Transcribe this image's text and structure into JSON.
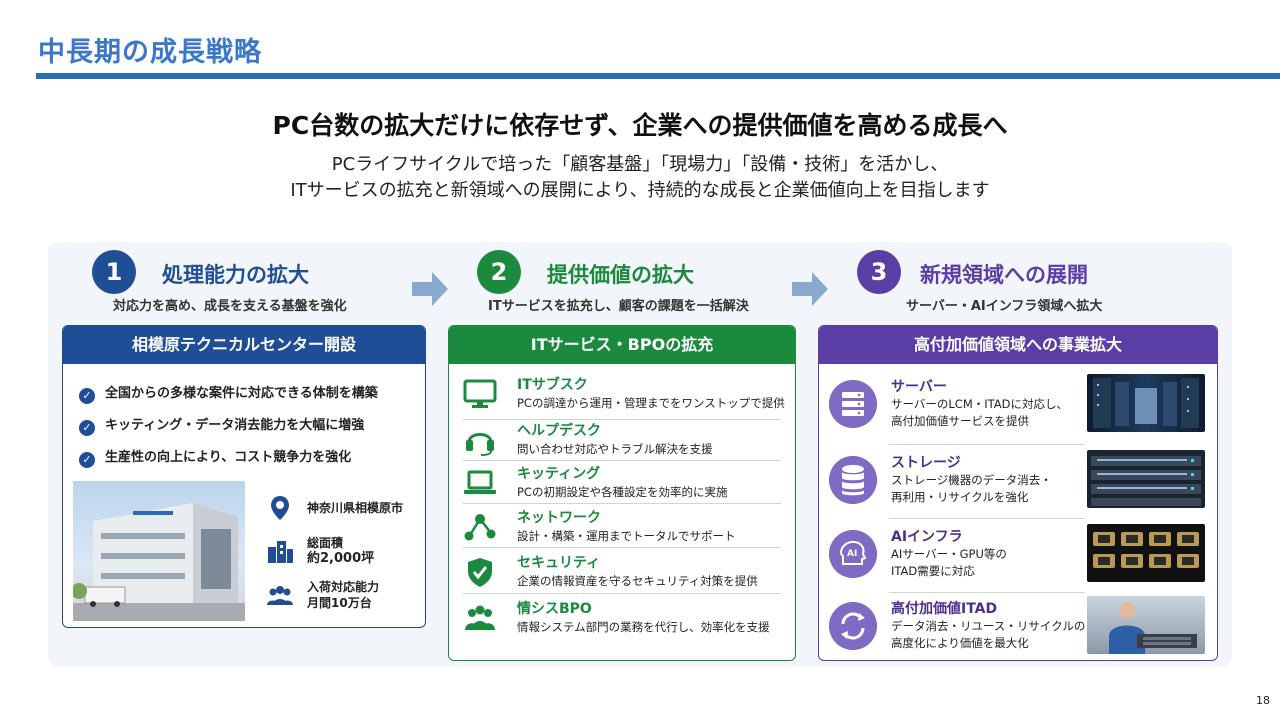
{
  "page": {
    "title": "中長期の成長戦略",
    "headline": "PC台数の拡大だけに依存せず、企業への提供価値を高める成長へ",
    "sub_line1": "PCライフサイクルで培った「顧客基盤」「現場力」「設備・技術」を活かし、",
    "sub_line2": "ITサービスの拡充と新領域への展開により、持続的な成長と企業価値向上を目指します",
    "page_number": "18"
  },
  "colors": {
    "step1": "#1f4e96",
    "step2": "#1b8a3e",
    "step3": "#5a3ea6",
    "title_blue": "#3c78c8"
  },
  "steps": [
    {
      "number": "1",
      "title": "処理能力の拡大",
      "desc": "対応力を高め、成長を支える基盤を強化"
    },
    {
      "number": "2",
      "title": "提供価値の拡大",
      "desc": "ITサービスを拡充し、顧客の課題を一括解決"
    },
    {
      "number": "3",
      "title": "新規領域への展開",
      "desc": "サーバー・AIインフラ領域へ拡大"
    }
  ],
  "card1": {
    "header": "相模原テクニカルセンター開設",
    "checks": [
      "全国からの多様な案件に対応できる体制を構築",
      "キッティング・データ消去能力を大幅に増強",
      "生産性の向上により、コスト競争力を強化"
    ],
    "info": [
      {
        "icon": "location-pin-icon",
        "line1": "神奈川県相模原市",
        "line2": ""
      },
      {
        "icon": "building-icon",
        "line1": "総面積",
        "line2": "約2,000坪"
      },
      {
        "icon": "people-icon",
        "line1": "入荷対応能力",
        "line2": "月間10万台"
      }
    ]
  },
  "card2": {
    "header": "ITサービス・BPOの拡充",
    "items": [
      {
        "icon": "monitor-icon",
        "title": "ITサブスク",
        "desc": "PCの調達から運用・管理までをワンストップで提供"
      },
      {
        "icon": "headset-icon",
        "title": "ヘルプデスク",
        "desc": "問い合わせ対応やトラブル解決を支援"
      },
      {
        "icon": "laptop-icon",
        "title": "キッティング",
        "desc": "PCの初期設定や各種設定を効率的に実施"
      },
      {
        "icon": "network-icon",
        "title": "ネットワーク",
        "desc": "設計・構築・運用までトータルでサポート"
      },
      {
        "icon": "shield-check-icon",
        "title": "セキュリティ",
        "desc": "企業の情報資産を守るセキュリティ対策を提供"
      },
      {
        "icon": "team-icon",
        "title": "情シスBPO",
        "desc": "情報システム部門の業務を代行し、効率化を支援"
      }
    ]
  },
  "card3": {
    "header": "高付加価値領域への事業拡大",
    "items": [
      {
        "icon": "server-icon",
        "title": "サーバー",
        "desc1": "サーバーのLCM・ITADに対応し、",
        "desc2": "高付加価値サービスを提供"
      },
      {
        "icon": "database-icon",
        "title": "ストレージ",
        "desc1": "ストレージ機器のデータ消去・",
        "desc2": "再利用・リサイクルを強化"
      },
      {
        "icon": "ai-head-icon",
        "title": "AIインフラ",
        "desc1": "AIサーバー・GPU等の",
        "desc2": "ITAD需要に対応"
      },
      {
        "icon": "recycle-icon",
        "title": "高付加価値ITAD",
        "desc1": "データ消去・リユース・リサイクルの",
        "desc2": "高度化により価値を最大化"
      }
    ]
  }
}
